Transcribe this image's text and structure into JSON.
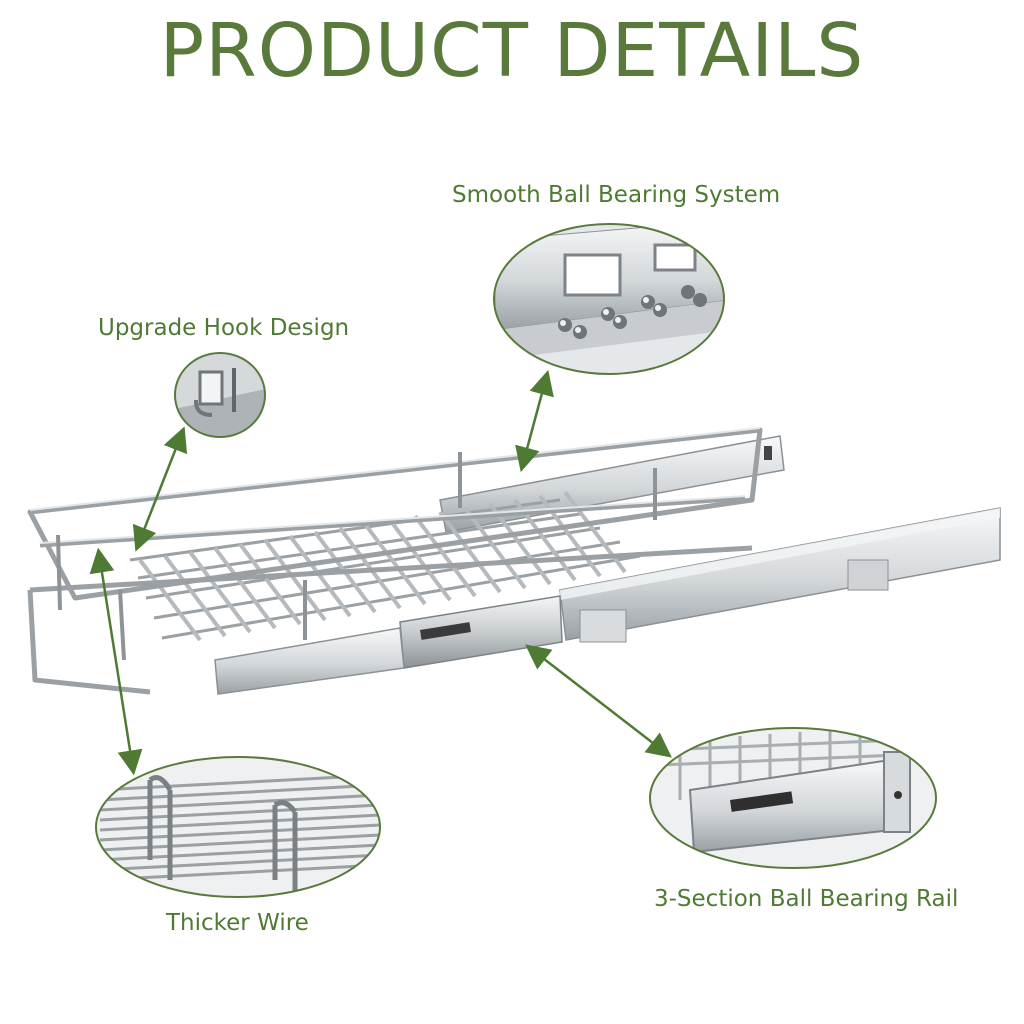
{
  "header": {
    "title": "PRODUCT DETAILS"
  },
  "callouts": {
    "ball_bearing_system": "Smooth Ball Bearing System",
    "hook_design": "Upgrade Hook Design",
    "thicker_wire": "Thicker Wire",
    "bearing_rail": "3-Section Ball Bearing Rail"
  },
  "colors": {
    "accent_green": "#5a7a3c",
    "arrow_green": "#4f7a34",
    "chrome_dark": "#8a8f94",
    "chrome_light": "#e9ecee"
  }
}
